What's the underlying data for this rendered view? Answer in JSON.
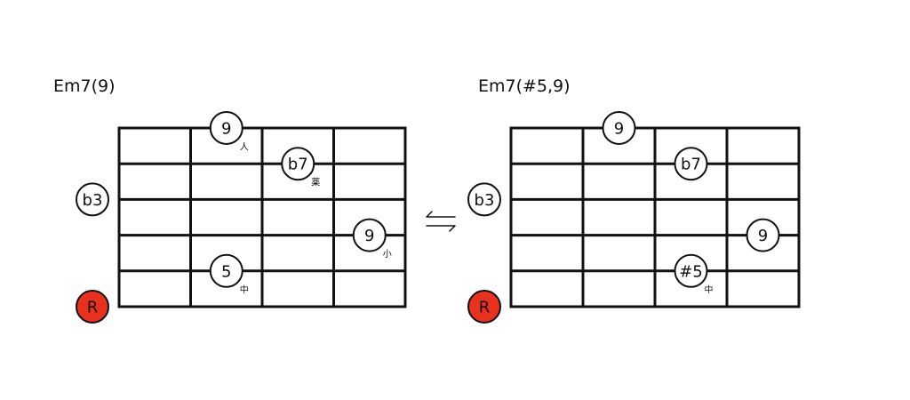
{
  "colors": {
    "root_fill": "#e8321e",
    "line": "#111111",
    "background": "#ffffff"
  },
  "swap_symbol": {
    "icon": "left-right-exchange-arrows-icon"
  },
  "diagrams": [
    {
      "id": "left",
      "title": "Em7(9)",
      "frets": 4,
      "strings": 6,
      "notes": [
        {
          "string": 1,
          "fret": 2,
          "label": "9",
          "finger": "人"
        },
        {
          "string": 2,
          "fret": 3,
          "label": "b7",
          "finger": "薬"
        },
        {
          "string": 3,
          "fret": 0,
          "label": "b3"
        },
        {
          "string": 4,
          "fret": 4,
          "label": "9",
          "finger": "小"
        },
        {
          "string": 5,
          "fret": 2,
          "label": "5",
          "finger": "中"
        },
        {
          "string": 6,
          "fret": 0,
          "label": "R",
          "root": true
        }
      ]
    },
    {
      "id": "right",
      "title": "Em7(#5,9)",
      "frets": 4,
      "strings": 6,
      "notes": [
        {
          "string": 1,
          "fret": 2,
          "label": "9"
        },
        {
          "string": 2,
          "fret": 3,
          "label": "b7"
        },
        {
          "string": 3,
          "fret": 0,
          "label": "b3"
        },
        {
          "string": 4,
          "fret": 4,
          "label": "9"
        },
        {
          "string": 5,
          "fret": 3,
          "label": "#5",
          "finger": "中"
        },
        {
          "string": 6,
          "fret": 0,
          "label": "R",
          "root": true
        }
      ]
    }
  ]
}
